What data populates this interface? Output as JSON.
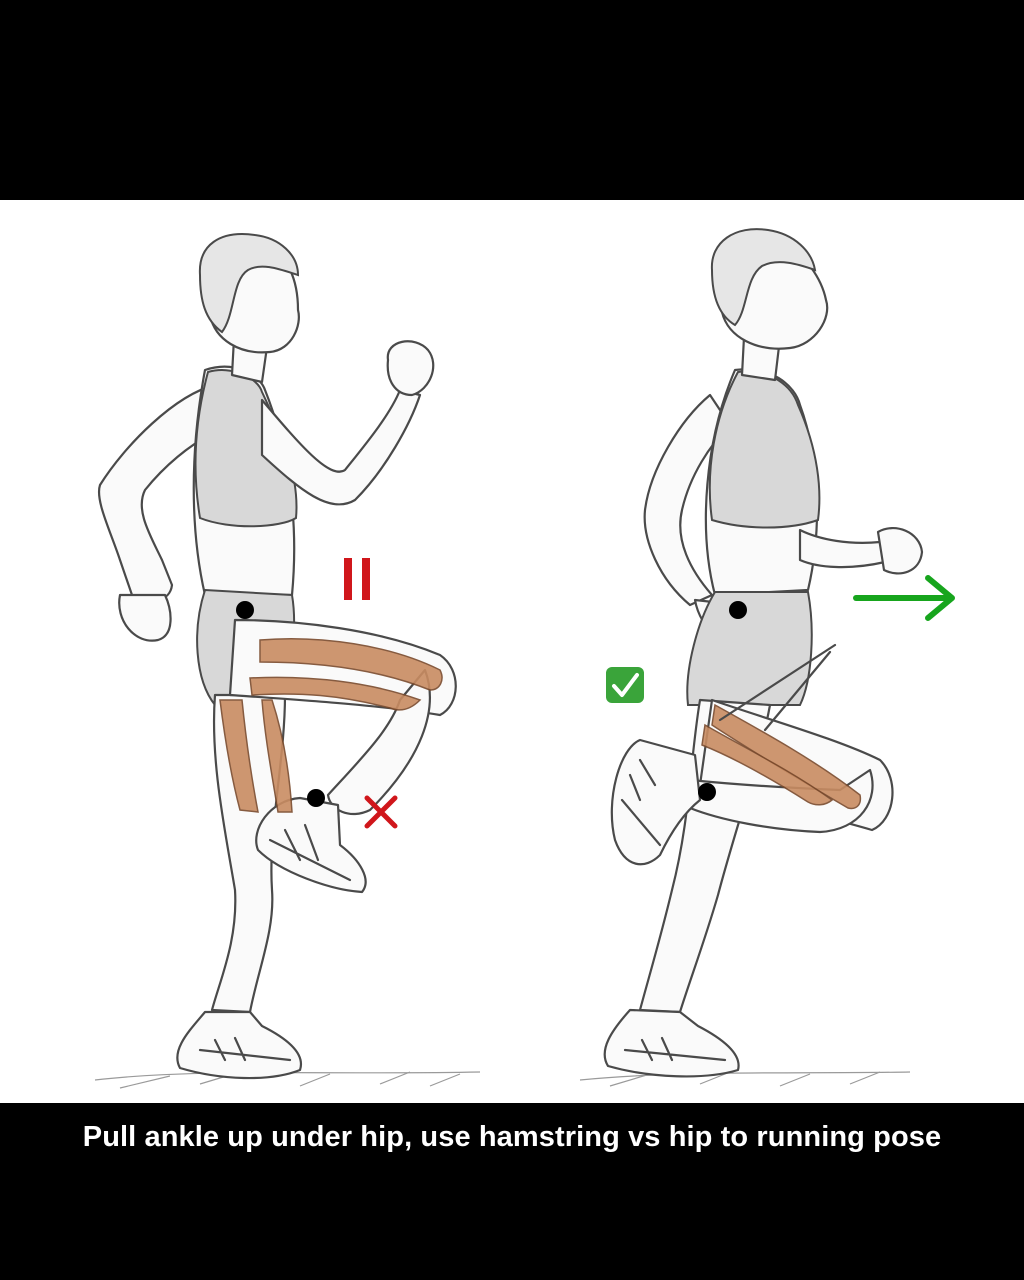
{
  "caption": "Pull ankle up under hip, use hamstring vs hip to running pose",
  "colors": {
    "background_bars": "#000000",
    "illustration_background": "#ffffff",
    "pause_mark": "#d0161b",
    "wrong_mark": "#d0161b",
    "arrow": "#17a51d",
    "check_badge": "#3aa43a",
    "muscle_highlight": "#c98c62",
    "joint_dot": "#000000"
  },
  "figures": [
    {
      "name": "incorrect-hip-lift-runner",
      "markers": [
        "pause-icon",
        "red-x-icon"
      ],
      "joint_dots": 2
    },
    {
      "name": "correct-hamstring-pull-runner",
      "markers": [
        "green-check-icon",
        "green-right-arrow-icon"
      ],
      "joint_dots": 2
    }
  ]
}
